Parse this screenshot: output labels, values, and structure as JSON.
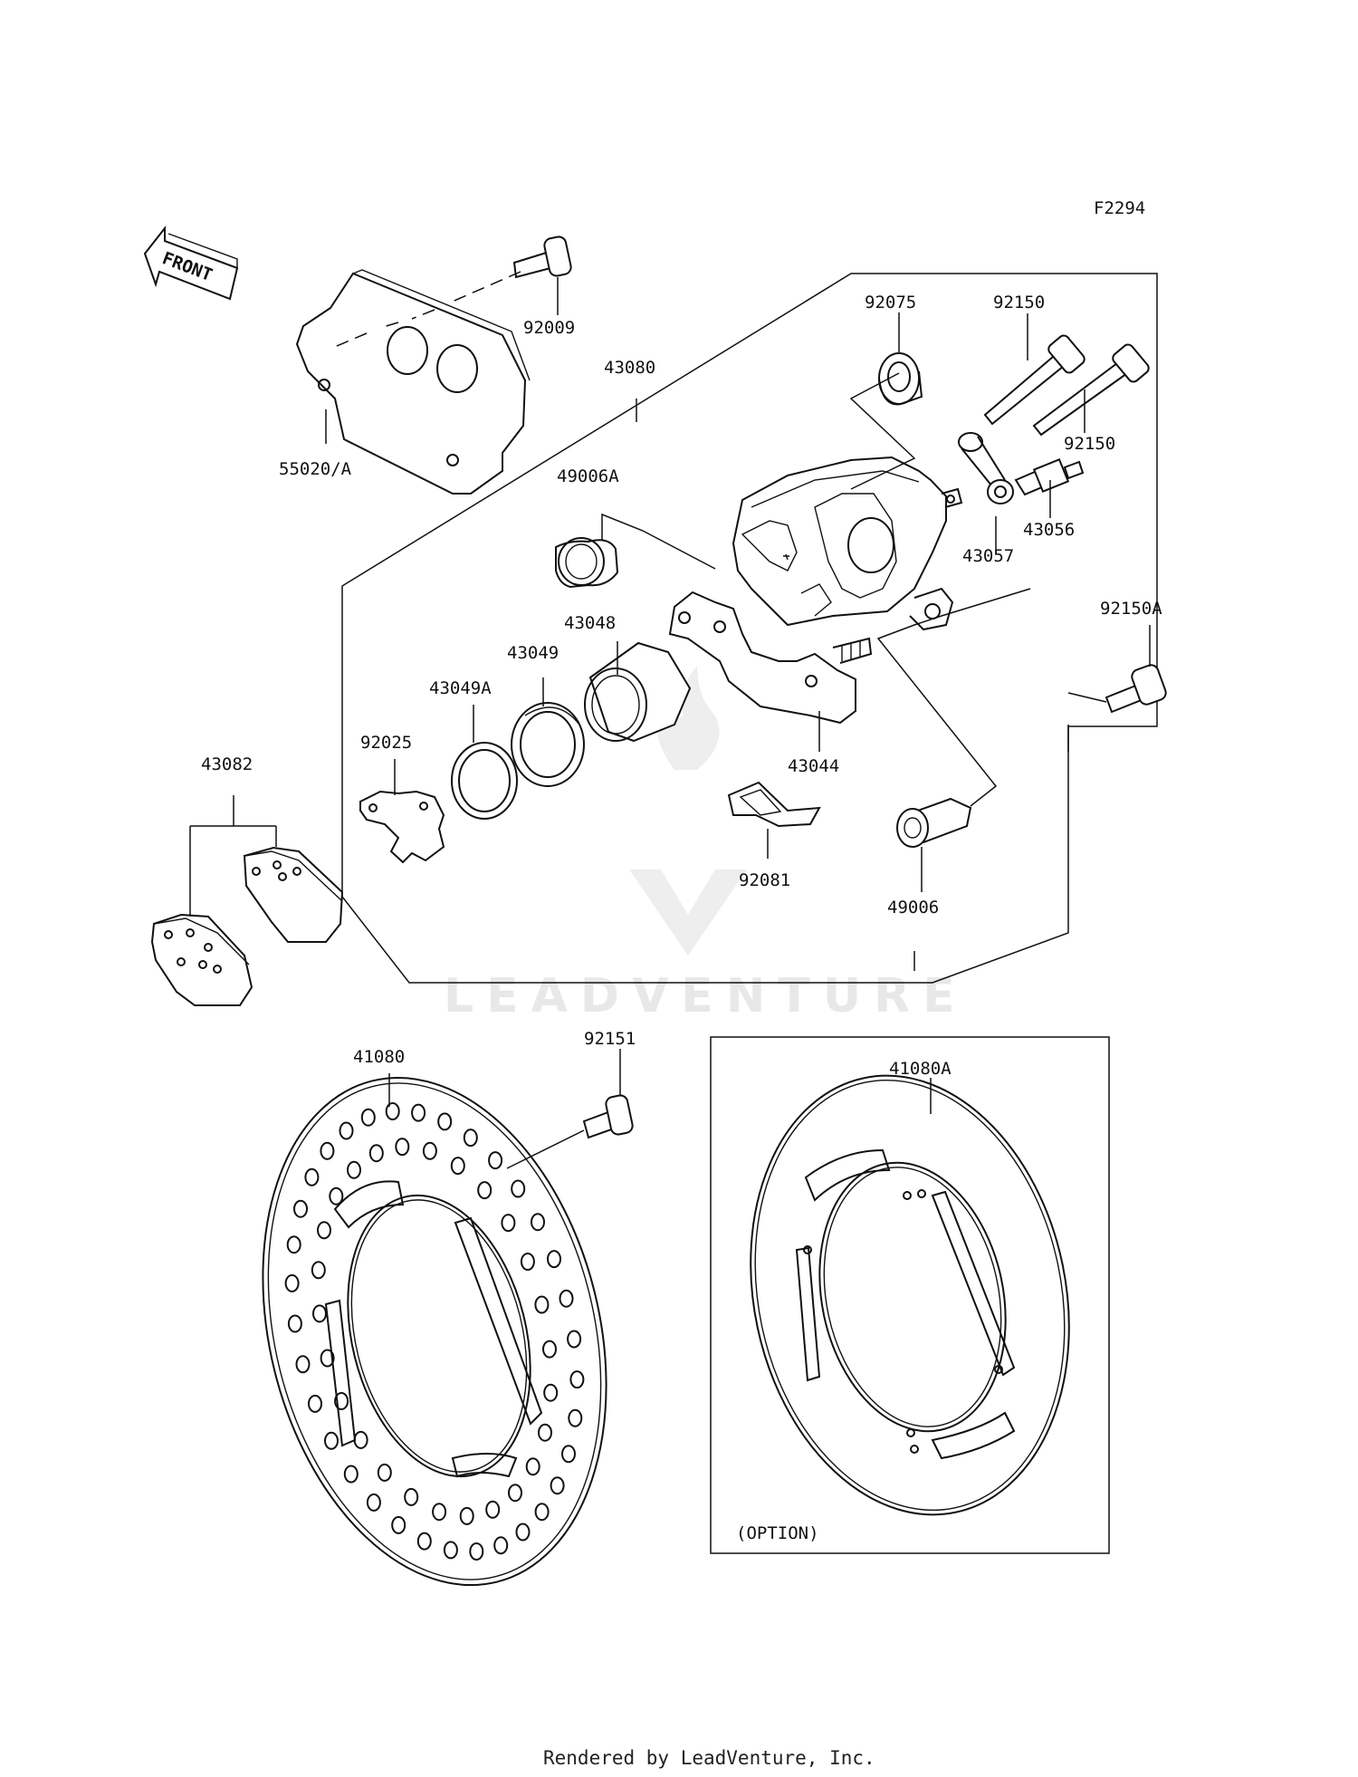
{
  "figure_code": "F2294",
  "front_label": "FRONT",
  "parts": {
    "p92009": "92009",
    "p55020A": "55020/A",
    "p43080": "43080",
    "p92075": "92075",
    "p92150_top": "92150",
    "p92150_right": "92150",
    "p49006A": "49006A",
    "p43057": "43057",
    "p43056": "43056",
    "p92150A": "92150A",
    "p43048": "43048",
    "p43049": "43049",
    "p43049A": "43049A",
    "p92025": "92025",
    "p43044": "43044",
    "p43082": "43082",
    "p92081": "92081",
    "p49006": "49006",
    "p41080": "41080",
    "p92151": "92151",
    "p41080A": "41080A"
  },
  "option_label": "(OPTION)",
  "watermark": "LEADVENTURE",
  "footer": "Rendered by LeadVenture, Inc."
}
